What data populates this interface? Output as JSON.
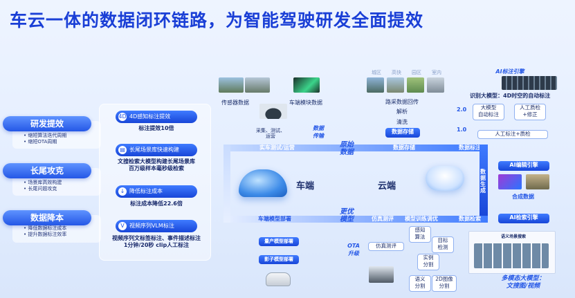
{
  "title": "车云一体的数据闭环链路，为智能驾驶研发全面提效",
  "left_pillars": [
    {
      "label": "研发提效",
      "items": [
        "• 缩短算法迭代周期",
        "• 缩短OTA周期"
      ]
    },
    {
      "label": "长尾攻克",
      "items": [
        "• 场景库高效构建",
        "• 长尾问题攻克"
      ]
    },
    {
      "label": "数据降本",
      "items": [
        "• 降低数据标注成本",
        "• 提升数据标注效率"
      ]
    }
  ],
  "features": [
    {
      "icon": "4D",
      "label": "4D感知标注提效",
      "desc": [
        "标注提效10倍"
      ]
    },
    {
      "icon": "▤",
      "label": "长尾场景库快速构建",
      "desc": [
        "文搜检索大模型构建长尾场景库",
        "百万级样本毫秒级检索"
      ]
    },
    {
      "icon": "↓",
      "label": "降低标注成本",
      "desc": [
        "标注成本降低22.6倍"
      ]
    },
    {
      "icon": "V",
      "label": "视频序列VLM标注",
      "desc": [
        "视频序列文标签标注、事件描述标注",
        "1分钟/20秒 clip人工标注"
      ]
    }
  ],
  "loop": {
    "car_end": "车端",
    "cloud_end": "云端",
    "sensor_data": "传感器数据",
    "vehicle_module_data": "车端模块数据",
    "collect": "采集、测试、\n运营",
    "data_transfer": "数据\n传输",
    "raw_data": "原始\n数据",
    "road_test": "实车测试/运营",
    "data_storage": "数据存储",
    "data_annotation": "数据标注",
    "data_generation": "数据\n生成",
    "data_retrieval": "数据检索",
    "model_training": "模型训练调优",
    "sim_test": "仿真测评",
    "better_model": "更优\n模型",
    "deploy": "车端模型部署",
    "mass_deploy": "量产模型部署",
    "shadow_deploy": "影子模型部署",
    "ota": "OTA\n升级",
    "sim_test2": "仿真测评"
  },
  "backhaul": {
    "tags": [
      "城区",
      "高快",
      "园区",
      "室内"
    ],
    "label": "路采数据回传",
    "parse": "解析",
    "clean": "清洗",
    "storage": "数据存储"
  },
  "annotation": {
    "engine_label": "AI标注引擎",
    "model_caption": "识别大模型：4D时空的自动标注",
    "v20": "2.0",
    "v10": "1.0",
    "big_model": "大模型\n自动标注",
    "manual_check": "人工质检\n+修正",
    "manual_frame": "人工标注+质检"
  },
  "ai_edit": {
    "label": "AI编辑引擎",
    "caption": "合成数据"
  },
  "ai_search": {
    "label": "AI检索引擎",
    "caption": "多模态大模型：\n文搜图/视频",
    "ui_title": "语义场景搜索"
  },
  "tasks": [
    "感知\n算法",
    "目标\n检测",
    "实例\n分割",
    "语义\n分割",
    "2D图像\n分割"
  ],
  "colors": {
    "accent": "#2457e6",
    "title": "#1a3fd6",
    "band": "#3f7bff"
  }
}
